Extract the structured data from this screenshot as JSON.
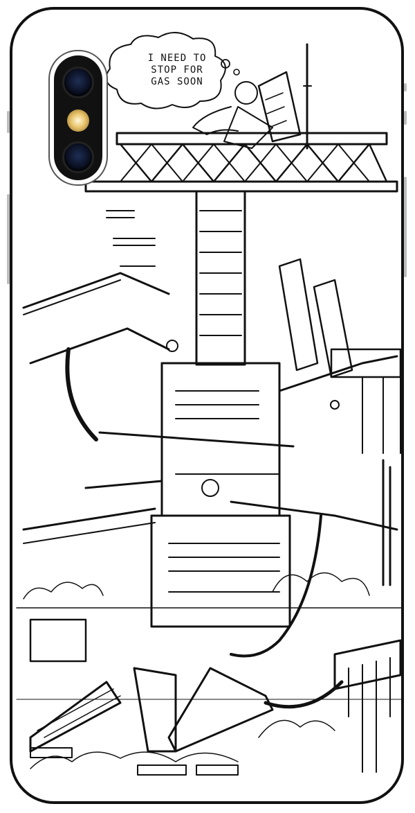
{
  "thought_bubble": {
    "line1": "I NEED TO",
    "line2": "STOP FOR",
    "line3": "GAS SOON"
  },
  "case": {
    "border_color": "#111111",
    "background": "#ffffff"
  },
  "camera": {
    "lens_color": "#0b1022",
    "flash_color": "#e8c36a"
  },
  "icons": [
    "camera-lens-icon",
    "flash-icon"
  ]
}
